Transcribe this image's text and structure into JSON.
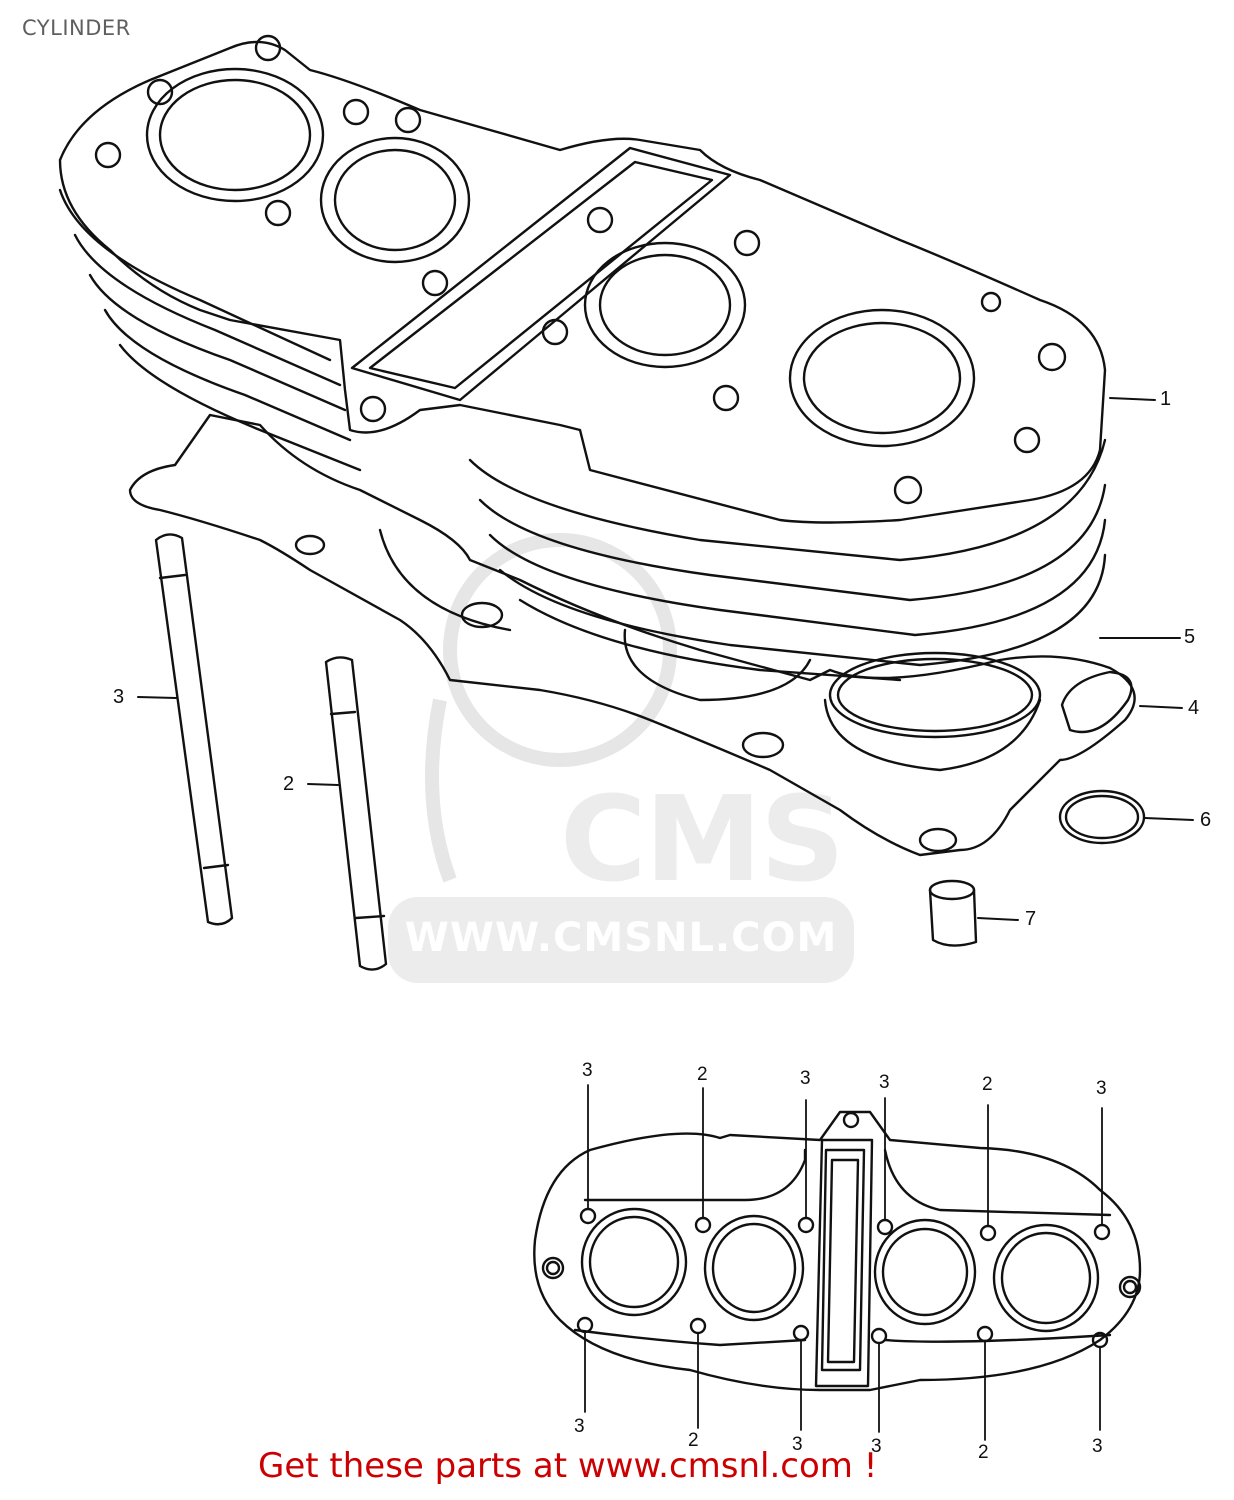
{
  "header": {
    "title": "CYLINDER"
  },
  "watermark": {
    "logo": "CMS",
    "url": "WWW.CMSNL.COM",
    "color": "#ececec"
  },
  "exploded_view": {
    "callouts": [
      {
        "number": "1",
        "part": "cylinder-block"
      },
      {
        "number": "2",
        "part": "short-stud-bolt"
      },
      {
        "number": "3",
        "part": "long-stud-bolt"
      },
      {
        "number": "4",
        "part": "cylinder-base-gasket"
      },
      {
        "number": "5",
        "part": "o-ring-large"
      },
      {
        "number": "6",
        "part": "o-ring-small"
      },
      {
        "number": "7",
        "part": "dowel-pin"
      }
    ]
  },
  "stud_layout": {
    "top_row": [
      "3",
      "2",
      "3",
      "3",
      "2",
      "3"
    ],
    "bottom_row": [
      "3",
      "2",
      "3",
      "3",
      "2",
      "3"
    ]
  },
  "footer": {
    "text": "Get these parts at www.cmsnl.com !",
    "color": "#cc0000"
  }
}
